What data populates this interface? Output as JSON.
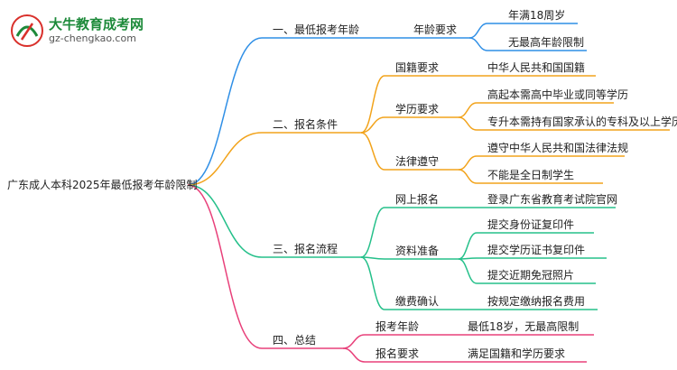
{
  "logo": {
    "name": "大牛教育成考网",
    "url": "gz-chengkao.com"
  },
  "colors": {
    "branch1": "#2f8fe6",
    "branch2": "#f2a31b",
    "branch3": "#25c08a",
    "branch4": "#e8407a"
  },
  "mindmap": {
    "root": "广东成人本科2025年最低报考年龄限制",
    "branches": [
      {
        "label": "一、最低报考年龄",
        "children": [
          {
            "label": "年龄要求",
            "children": [
              "年满18周岁",
              "无最高年龄限制"
            ]
          }
        ]
      },
      {
        "label": "二、报名条件",
        "children": [
          {
            "label": "国籍要求",
            "children": [
              "中华人民共和国国籍"
            ]
          },
          {
            "label": "学历要求",
            "children": [
              "高起本需高中毕业或同等学历",
              "专升本需持有国家承认的专科及以上学历"
            ]
          },
          {
            "label": "法律遵守",
            "children": [
              "遵守中华人民共和国法律法规",
              "不能是全日制学生"
            ]
          }
        ]
      },
      {
        "label": "三、报名流程",
        "children": [
          {
            "label": "网上报名",
            "children": [
              "登录广东省教育考试院官网"
            ]
          },
          {
            "label": "资料准备",
            "children": [
              "提交身份证复印件",
              "提交学历证书复印件",
              "提交近期免冠照片"
            ]
          },
          {
            "label": "缴费确认",
            "children": [
              "按规定缴纳报名费用"
            ]
          }
        ]
      },
      {
        "label": "四、总结",
        "children": [
          {
            "label": "报考年龄",
            "children": [
              "最低18岁，无最高限制"
            ]
          },
          {
            "label": "报名要求",
            "children": [
              "满足国籍和学历要求"
            ]
          }
        ]
      }
    ]
  }
}
